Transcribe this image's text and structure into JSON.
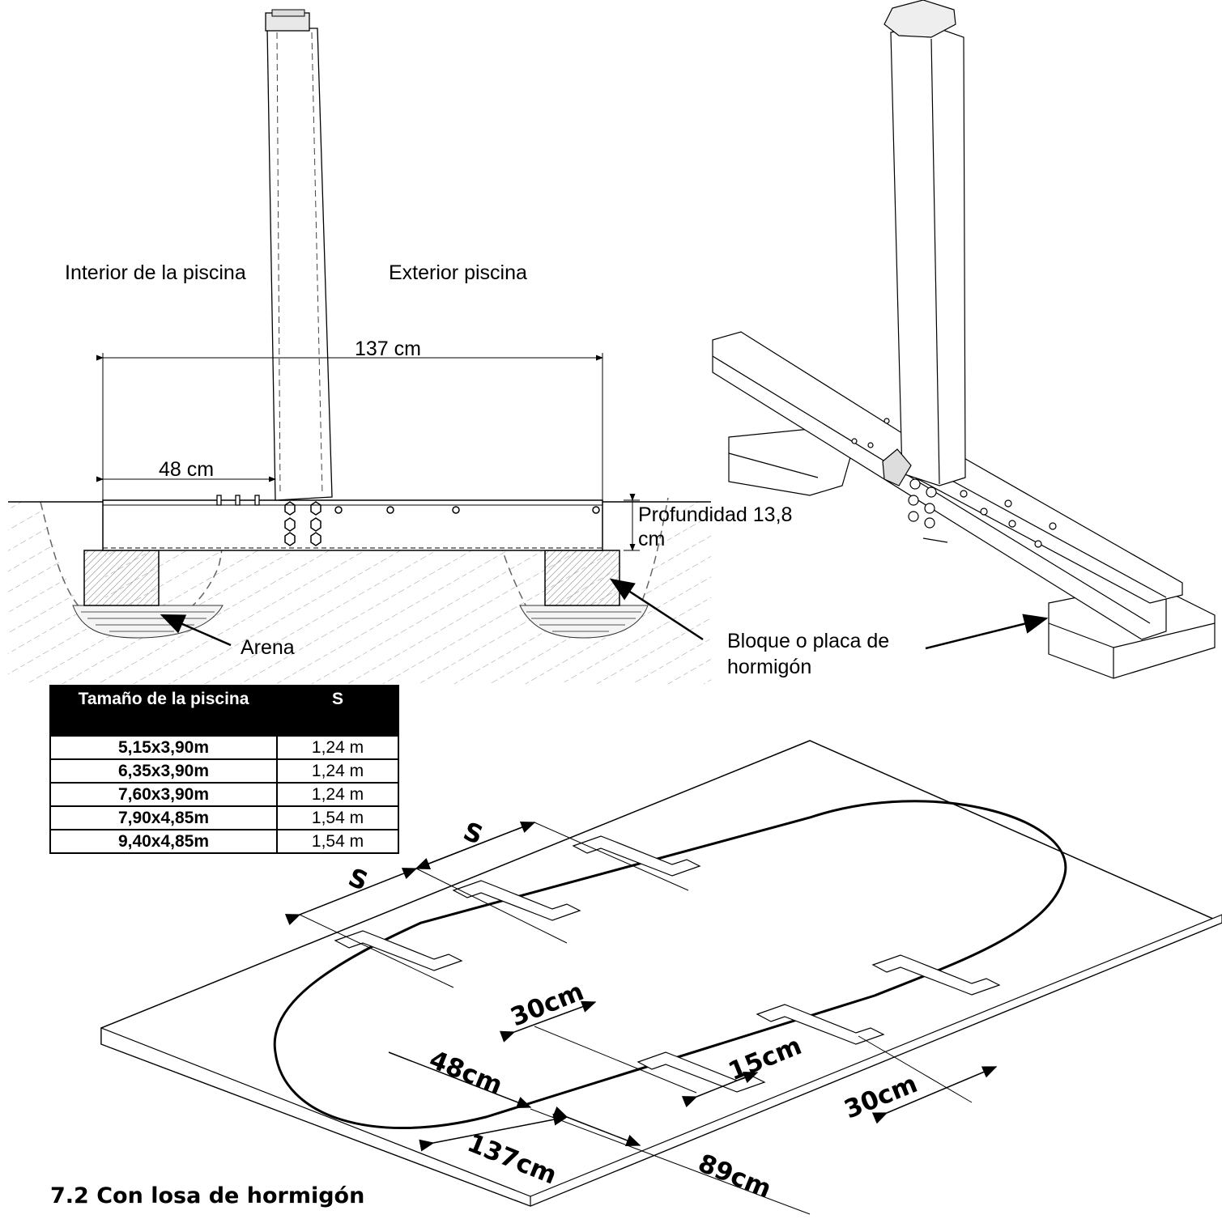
{
  "side_view": {
    "label_inside": "Interior de la piscina",
    "label_outside": "Exterior piscina",
    "dim_total": "137 cm",
    "dim_post": "48 cm",
    "label_depth_line1": "Profundidad 13,8",
    "label_depth_line2": "cm",
    "label_sand": "Arena"
  },
  "iso_view": {
    "label_block_line1": "Bloque o placa de",
    "label_block_line2": "hormigón"
  },
  "table": {
    "header_size": "Tamaño de la piscina",
    "header_s": "S",
    "rows": [
      {
        "size": "5,15x3,90m",
        "s": "1,24 m"
      },
      {
        "size": "6,35x3,90m",
        "s": "1,24 m"
      },
      {
        "size": "7,60x3,90m",
        "s": "1,24 m"
      },
      {
        "size": "7,90x4,85m",
        "s": "1,54 m"
      },
      {
        "size": "9,40x4,85m",
        "s": "1,54 m"
      }
    ]
  },
  "plan_view": {
    "s_label_1": "S",
    "s_label_2": "S",
    "dim_30_a": "30cm",
    "dim_48": "48cm",
    "dim_15": "15cm",
    "dim_30_b": "30cm",
    "dim_137": "137cm",
    "dim_89": "89cm"
  },
  "section_heading": "7.2 Con losa de hormigón"
}
